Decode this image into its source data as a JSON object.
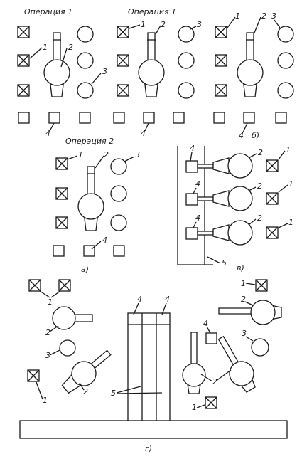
{
  "titles": {
    "op1_left": "Операция 1",
    "op1_mid": "Операция 1",
    "op2": "Операция 2"
  },
  "subfigure_labels": {
    "a": "а)",
    "b": "б)",
    "v": "в)",
    "g": "г)"
  },
  "part_numbers": {
    "n1": "1",
    "n2": "2",
    "n3": "3",
    "n4": "4",
    "n5": "5"
  },
  "colors": {
    "ink": "#1a1a1a",
    "paper": "#ffffff"
  }
}
